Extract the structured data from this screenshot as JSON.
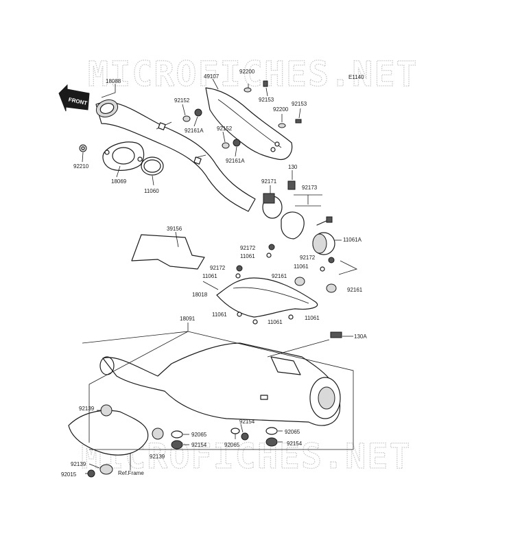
{
  "watermark": "MICROFICHES.NET",
  "diagram_code": "E1140",
  "front_arrow": "FRONT",
  "ref_frame": "Ref.Frame",
  "labels": {
    "p18088": "18088",
    "p49107": "49107",
    "p92200a": "92200",
    "p92153a": "92153",
    "p92200b": "92200",
    "p92153b": "92153",
    "p92152a": "92152",
    "p92161Aa": "92161A",
    "p92152b": "92152",
    "p92161Ab": "92161A",
    "p92210": "92210",
    "p18069": "18069",
    "p11060": "11060",
    "p130": "130",
    "p92171": "92171",
    "p92173": "92173",
    "p11061A": "11061A",
    "p39156": "39156",
    "p92172a": "92172",
    "p11061a": "11061",
    "p92172b": "92172",
    "p11061b": "11061",
    "p92172c": "92172",
    "p11061c": "11061",
    "p92161a": "92161",
    "p92161b": "92161",
    "p18018": "18018",
    "p11061d": "11061",
    "p11061e": "11061",
    "p11061f": "11061",
    "p18091": "18091",
    "p130A": "130A",
    "p92139a": "92139",
    "p92065a": "92065",
    "p92154a": "92154",
    "p92154b": "92154",
    "p92065b": "92065",
    "p92065c": "92065",
    "p92154c": "92154",
    "p92139b": "92139",
    "p92139c": "92139",
    "p92015": "92015"
  }
}
